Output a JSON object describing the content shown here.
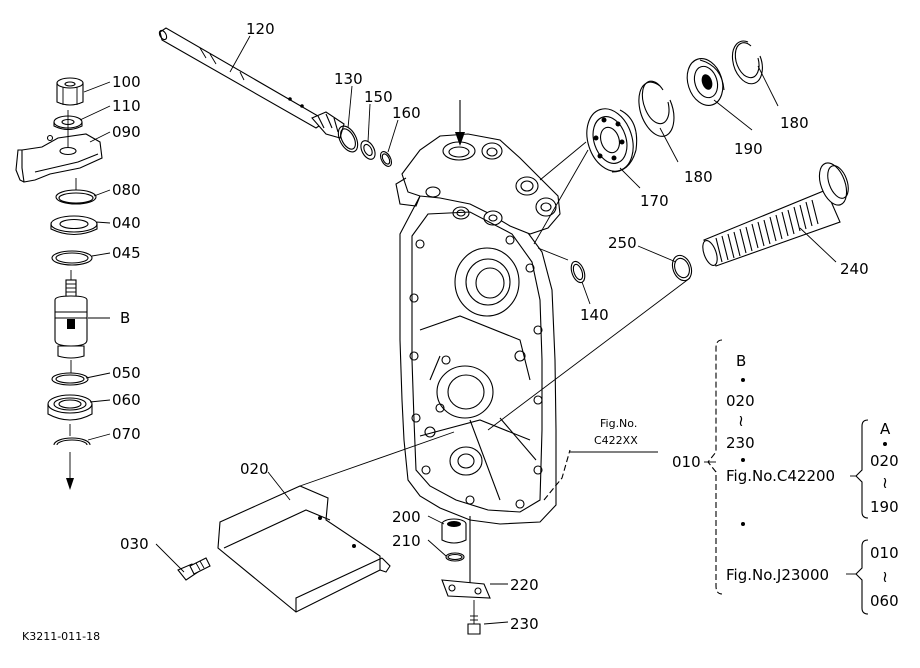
{
  "callouts": {
    "p100": "100",
    "p110": "110",
    "p090": "090",
    "p080": "080",
    "p040": "040",
    "p045": "045",
    "pB": "B",
    "p050": "050",
    "p060": "060",
    "p070": "070",
    "p120": "120",
    "p130": "130",
    "p150": "150",
    "p160": "160",
    "p170": "170",
    "p180a": "180",
    "p180b": "180",
    "p190": "190",
    "p140": "140",
    "p250": "250",
    "p240": "240",
    "p020": "020",
    "p030": "030",
    "p200": "200",
    "p210": "210",
    "p220": "220",
    "p230": "230"
  },
  "figref": {
    "line1": "Fig.No.",
    "line2": "C422XX"
  },
  "legend": {
    "root": "010",
    "b_label": "B",
    "b_from": "020",
    "b_tilde": "≀",
    "b_to": "230",
    "fig1": "Fig.No.C42200",
    "a_label": "A",
    "a_from": "020",
    "a_tilde": "≀",
    "a_to": "190",
    "fig2": "Fig.No.J23000",
    "j_from": "010",
    "j_tilde": "≀",
    "j_to": "060"
  },
  "footer": {
    "code": "K3211-011-18"
  }
}
